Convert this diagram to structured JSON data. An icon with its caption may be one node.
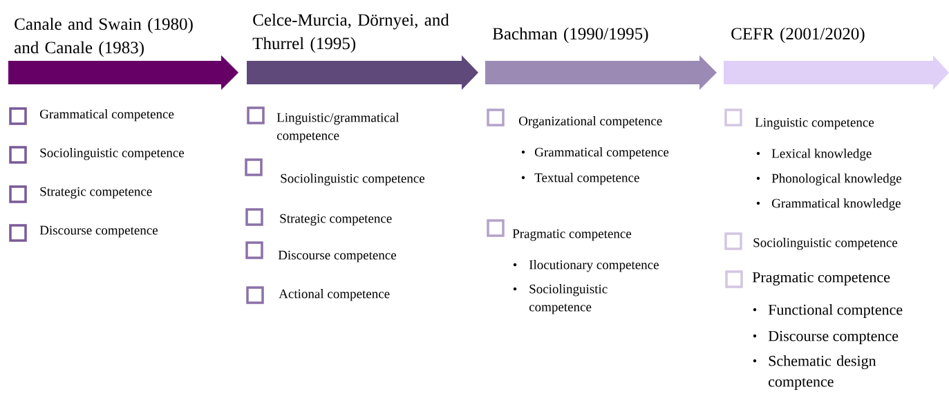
{
  "diagram": {
    "nodes": [
      {
        "text": [
          "Canale and Swain (1980) and Canale (1983)"
        ]
      },
      {
        "text": [
          "Celce-Murcia, Dörnyei, and Thurrel (1995)"
        ]
      },
      {
        "text": [
          "Bachman (1990/1995)"
        ]
      },
      {
        "text": [
          "CEFR (2001/2020)"
        ]
      }
    ],
    "labels": [
      "Grammatical competence",
      "Sociolinguistic competence",
      "Strategic competence",
      "Discourse competence",
      "Linguistic/grammatical competence",
      "Sociolinguistic competence",
      "Strategic competence",
      "Discourse competence",
      "Actional competence",
      "Organizational competence",
      "Grammatical competence",
      "Textual competence",
      "Pragmatic competence",
      "Ilocutionary competence",
      "Sociolinguistic competence",
      "Linguistic competence",
      "Lexical knowledge",
      "Phonological knowledge",
      "Grammatical knowledge",
      "Sociolinguistic competence",
      "Pragmatic competence",
      "Functional comptence",
      "Discourse comptence",
      "Schematic design comptence"
    ]
  }
}
